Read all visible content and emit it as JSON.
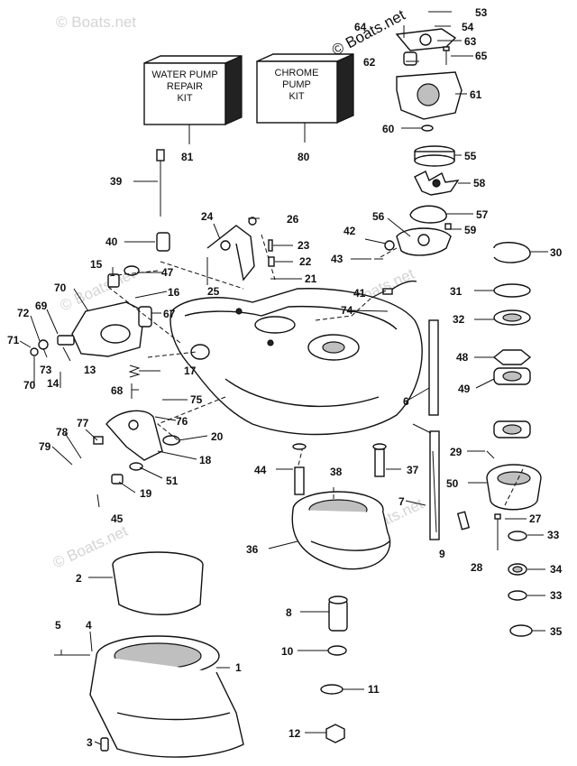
{
  "watermark": {
    "text": "© Boats.net"
  },
  "kits": [
    {
      "lines": [
        "WATER PUMP",
        "REPAIR",
        "KIT"
      ],
      "callout": "81"
    },
    {
      "lines": [
        "CHROME",
        "PUMP",
        "KIT"
      ],
      "callout": "80"
    }
  ],
  "labels": {
    "l1": "1",
    "l2": "2",
    "l3": "3",
    "l4": "4",
    "l5": "5",
    "l6": "6",
    "l7": "7",
    "l8": "8",
    "l9": "9",
    "l10": "10",
    "l11": "11",
    "l12": "12",
    "l13": "13",
    "l14": "14",
    "l15": "15",
    "l16": "16",
    "l17": "17",
    "l18": "18",
    "l19": "19",
    "l20": "20",
    "l21": "21",
    "l22": "22",
    "l23": "23",
    "l24": "24",
    "l25": "25",
    "l26": "26",
    "l27": "27",
    "l28": "28",
    "l29": "29",
    "l30": "30",
    "l31": "31",
    "l32": "32",
    "l33a": "33",
    "l33b": "33",
    "l34": "34",
    "l35": "35",
    "l36": "36",
    "l37": "37",
    "l38": "38",
    "l39": "39",
    "l40": "40",
    "l41": "41",
    "l42": "42",
    "l43": "43",
    "l44": "44",
    "l45": "45",
    "l47": "47",
    "l48": "48",
    "l49": "49",
    "l50": "50",
    "l51": "51",
    "l53": "53",
    "l54": "54",
    "l55": "55",
    "l56": "56",
    "l57": "57",
    "l58": "58",
    "l59": "59",
    "l60": "60",
    "l61": "61",
    "l62": "62",
    "l63": "63",
    "l64": "64",
    "l65": "65",
    "l67": "67",
    "l68": "68",
    "l69": "69",
    "l70a": "70",
    "l70b": "70",
    "l71": "71",
    "l72": "72",
    "l73": "73",
    "l74": "74",
    "l75": "75",
    "l76": "76",
    "l77": "77",
    "l78": "78",
    "l79": "79"
  }
}
